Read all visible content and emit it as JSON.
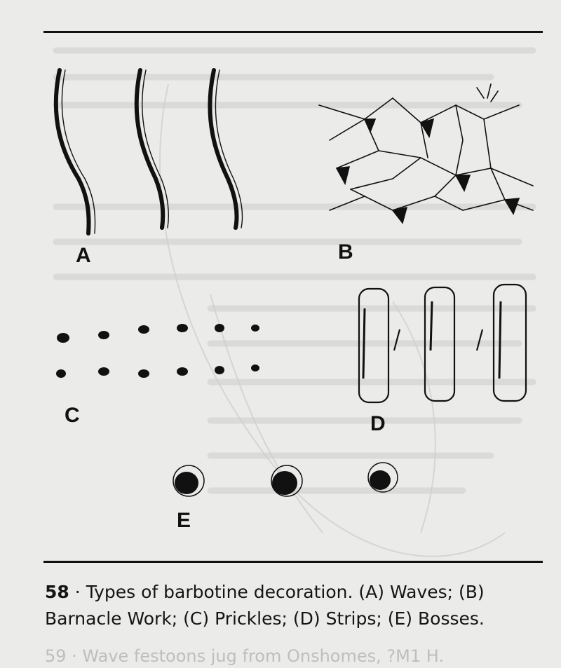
{
  "figure": {
    "number": "58",
    "separator": "·",
    "caption_text": "Types of barbotine decoration. (A) Waves; (B) Barnacle Work; (C) Prickles; (D) Strips; (E) Bosses.",
    "panels": [
      {
        "label": "A",
        "depicts": "Waves"
      },
      {
        "label": "B",
        "depicts": "Barnacle Work"
      },
      {
        "label": "C",
        "depicts": "Prickles"
      },
      {
        "label": "D",
        "depicts": "Strips"
      },
      {
        "label": "E",
        "depicts": "Bosses"
      }
    ]
  },
  "bleed_through_text": "59 · Wave festoons jug from Onshomes, ?M1 H."
}
